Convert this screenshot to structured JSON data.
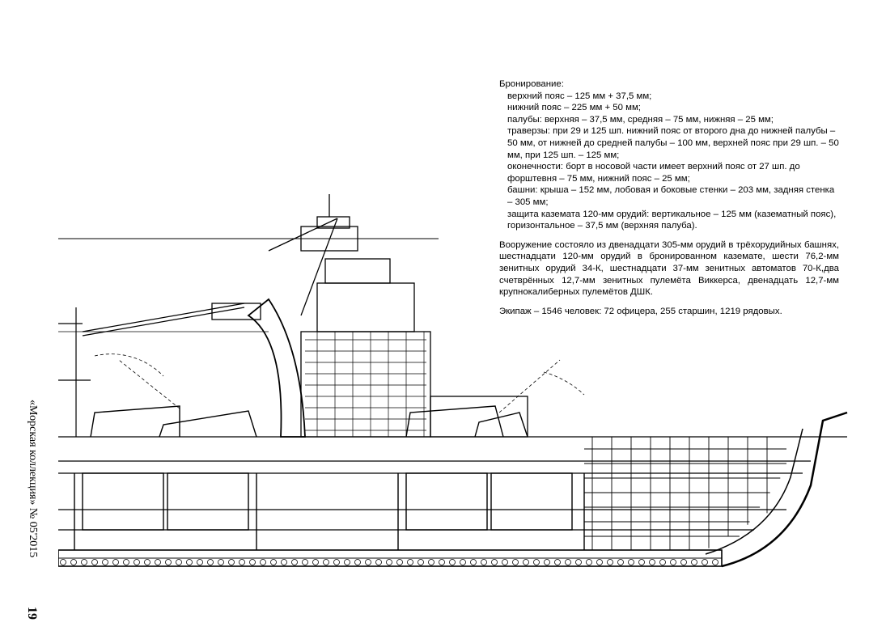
{
  "margin": {
    "journal": "«Морская коллекция» № 05'2015",
    "page_number": "19"
  },
  "armor": {
    "title": "Бронирование:",
    "items": [
      "верхний пояс – 125 мм + 37,5 мм;",
      "нижний пояс – 225 мм + 50 мм;",
      "палубы: верхняя – 37,5 мм, средняя – 75 мм, нижняя – 25 мм;",
      "траверзы: при 29 и 125 шп. нижний пояс от второго дна до нижней палубы – 50 мм, от нижней до средней палубы – 100 мм, верхней пояс при 29 шп. – 50 мм, при 125 шп. – 125 мм;",
      "оконечности: борт в носовой части имеет верхний пояс от 27 шп. до форштевня – 75 мм, нижний пояс – 25 мм;",
      "башни: крыша – 152 мм, лобовая и боковые стенки – 203 мм, задняя стенка – 305 мм;",
      "защита каземата 120-мм орудий: вертикальное – 125 мм (казематный пояс), горизонтальное – 37,5 мм (верхняя палуба)."
    ]
  },
  "armament": "Вооружение состояло из двенадцати 305-мм орудий в трёхорудийных башнях, шестнадцати 120-мм орудий в бронированном каземате, шести 76,2-мм зенитных орудий 34-К, шестнадцати 37-мм зенитных автоматов 70-К,два счетврённых 12,7-мм зенитных пулемёта Виккерса, двенадцать 12,7-мм крупнокалиберных пулемётов ДШК.",
  "crew": "Экипаж – 1546 человек: 72 офицера, 255 старшин, 1219 рядовых."
}
